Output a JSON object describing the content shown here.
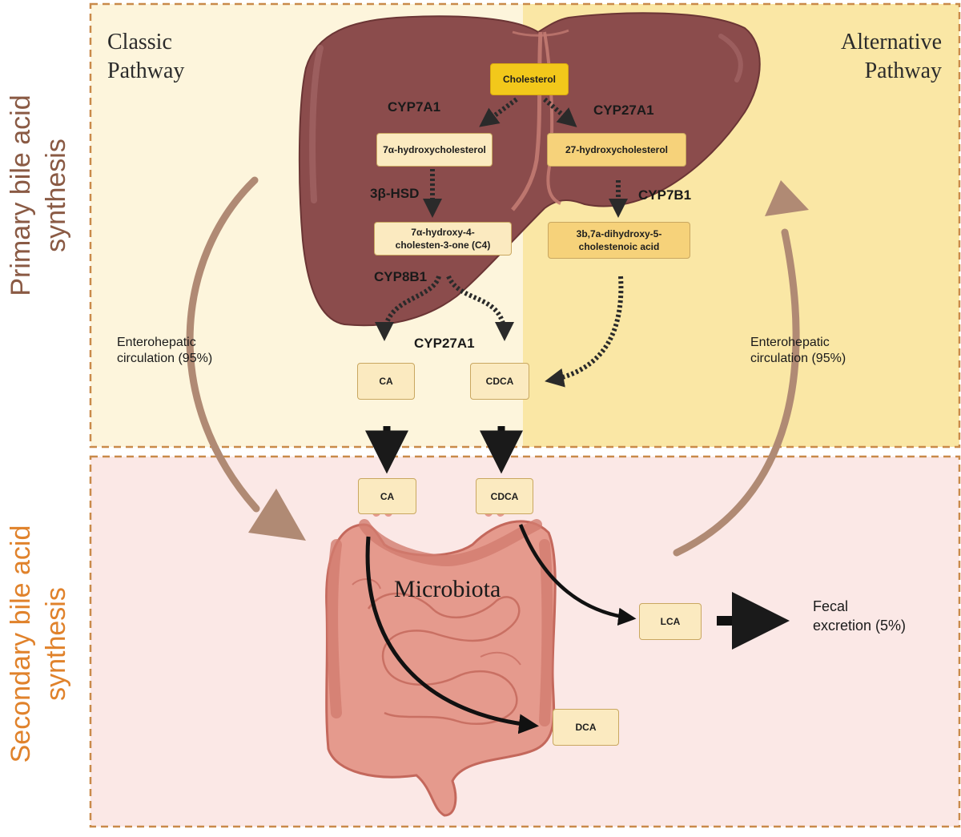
{
  "side_labels": {
    "primary": [
      "Primary bile acid",
      "synthesis"
    ],
    "secondary": [
      "Secondary bile acid",
      "synthesis"
    ]
  },
  "pathways": {
    "classic": [
      "Classic",
      "Pathway"
    ],
    "alternative": [
      "Alternative",
      "Pathway"
    ]
  },
  "nodes": {
    "cholesterol": "Cholesterol",
    "hydroxy7a": "7α-hydroxycholesterol",
    "hydroxy27": "27-hydroxycholesterol",
    "c4": [
      "7α-hydroxy-4-",
      "cholesten-3-one (C4)"
    ],
    "dihydroxy": [
      "3b,7a-dihydroxy-5-",
      "cholestenoic acid"
    ],
    "ca_liver": "CA",
    "cdca_liver": "CDCA",
    "ca_gut": "CA",
    "cdca_gut": "CDCA",
    "lca": "LCA",
    "dca": "DCA"
  },
  "enzymes": {
    "cyp7a1": "CYP7A1",
    "cyp27a1_top": "CYP27A1",
    "hsd3b": "3β-HSD",
    "cyp7b1": "CYP7B1",
    "cyp8b1": "CYP8B1",
    "cyp27a1_mid": "CYP27A1"
  },
  "notes": {
    "enterohepatic_left": [
      "Enterohepatic",
      "circulation (95%)"
    ],
    "enterohepatic_right": [
      "Enterohepatic",
      "circulation (95%)"
    ],
    "microbiota": "Microbiota",
    "fecal": [
      "Fecal",
      "excretion (5%)"
    ]
  },
  "colors": {
    "primary_label": "#8a5a44",
    "secondary_label": "#e0822b",
    "classic_bg": "#fdf5dc",
    "alternative_bg": "#fae7a5",
    "secondary_bg": "#fbe8e6",
    "dash_border": "#c98a4a",
    "liver": "#8b4c4c",
    "circulation_arrow": "#b08a74",
    "intestine": "#e59a8d",
    "cholesterol_box": "#f2c81b",
    "classic_box": "#fbeac0",
    "alternative_box": "#f6d27a"
  }
}
